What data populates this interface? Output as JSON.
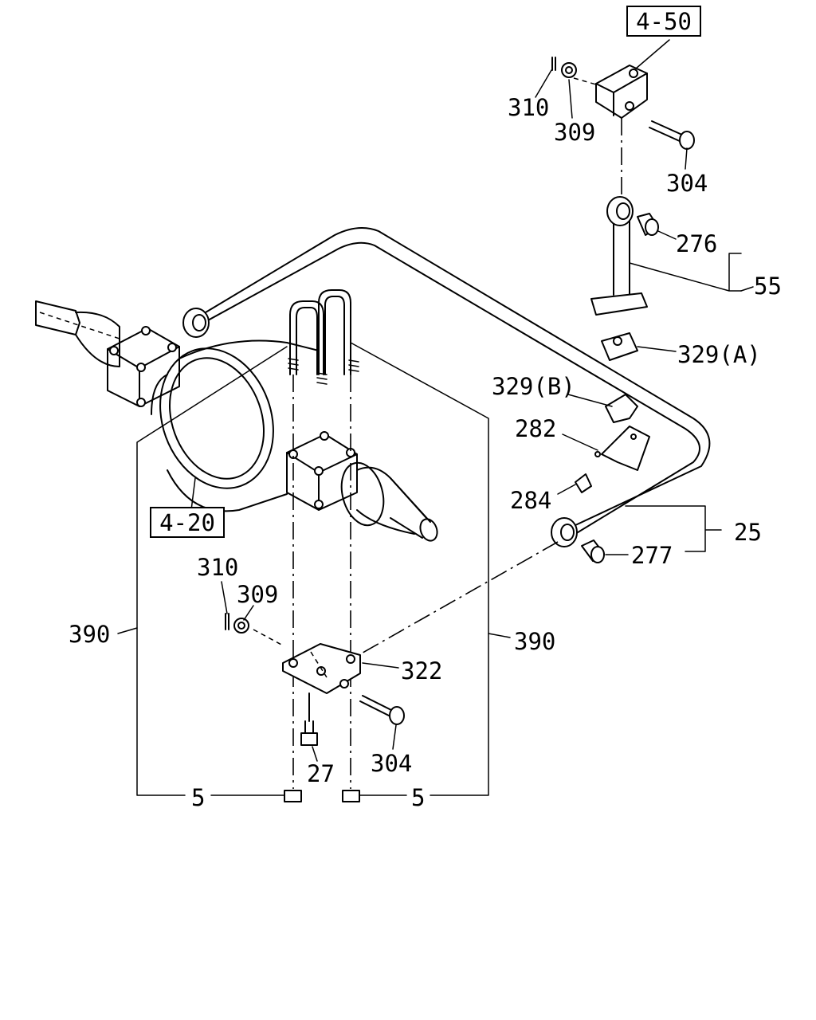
{
  "diagram": {
    "references": {
      "frame_bracket": "4-50",
      "axle_housing": "4-20"
    },
    "callouts": {
      "cotter_pin_top": "310",
      "nut_top": "309",
      "bolt_top": "304",
      "bushing_upper": "276",
      "link_assembly": "55",
      "clamp_a": "329(A)",
      "clamp_b": "329(B)",
      "bracket": "282",
      "bolt_bracket": "284",
      "stabilizer_assembly": "25",
      "bushing_lower": "277",
      "cotter_pin_lower": "310",
      "nut_lower": "309",
      "ubolt_left": "390",
      "ubolt_right": "390",
      "plate": "322",
      "bolt_lower": "304",
      "bolt_plate": "27",
      "nut_left": "5",
      "nut_right": "5"
    }
  }
}
